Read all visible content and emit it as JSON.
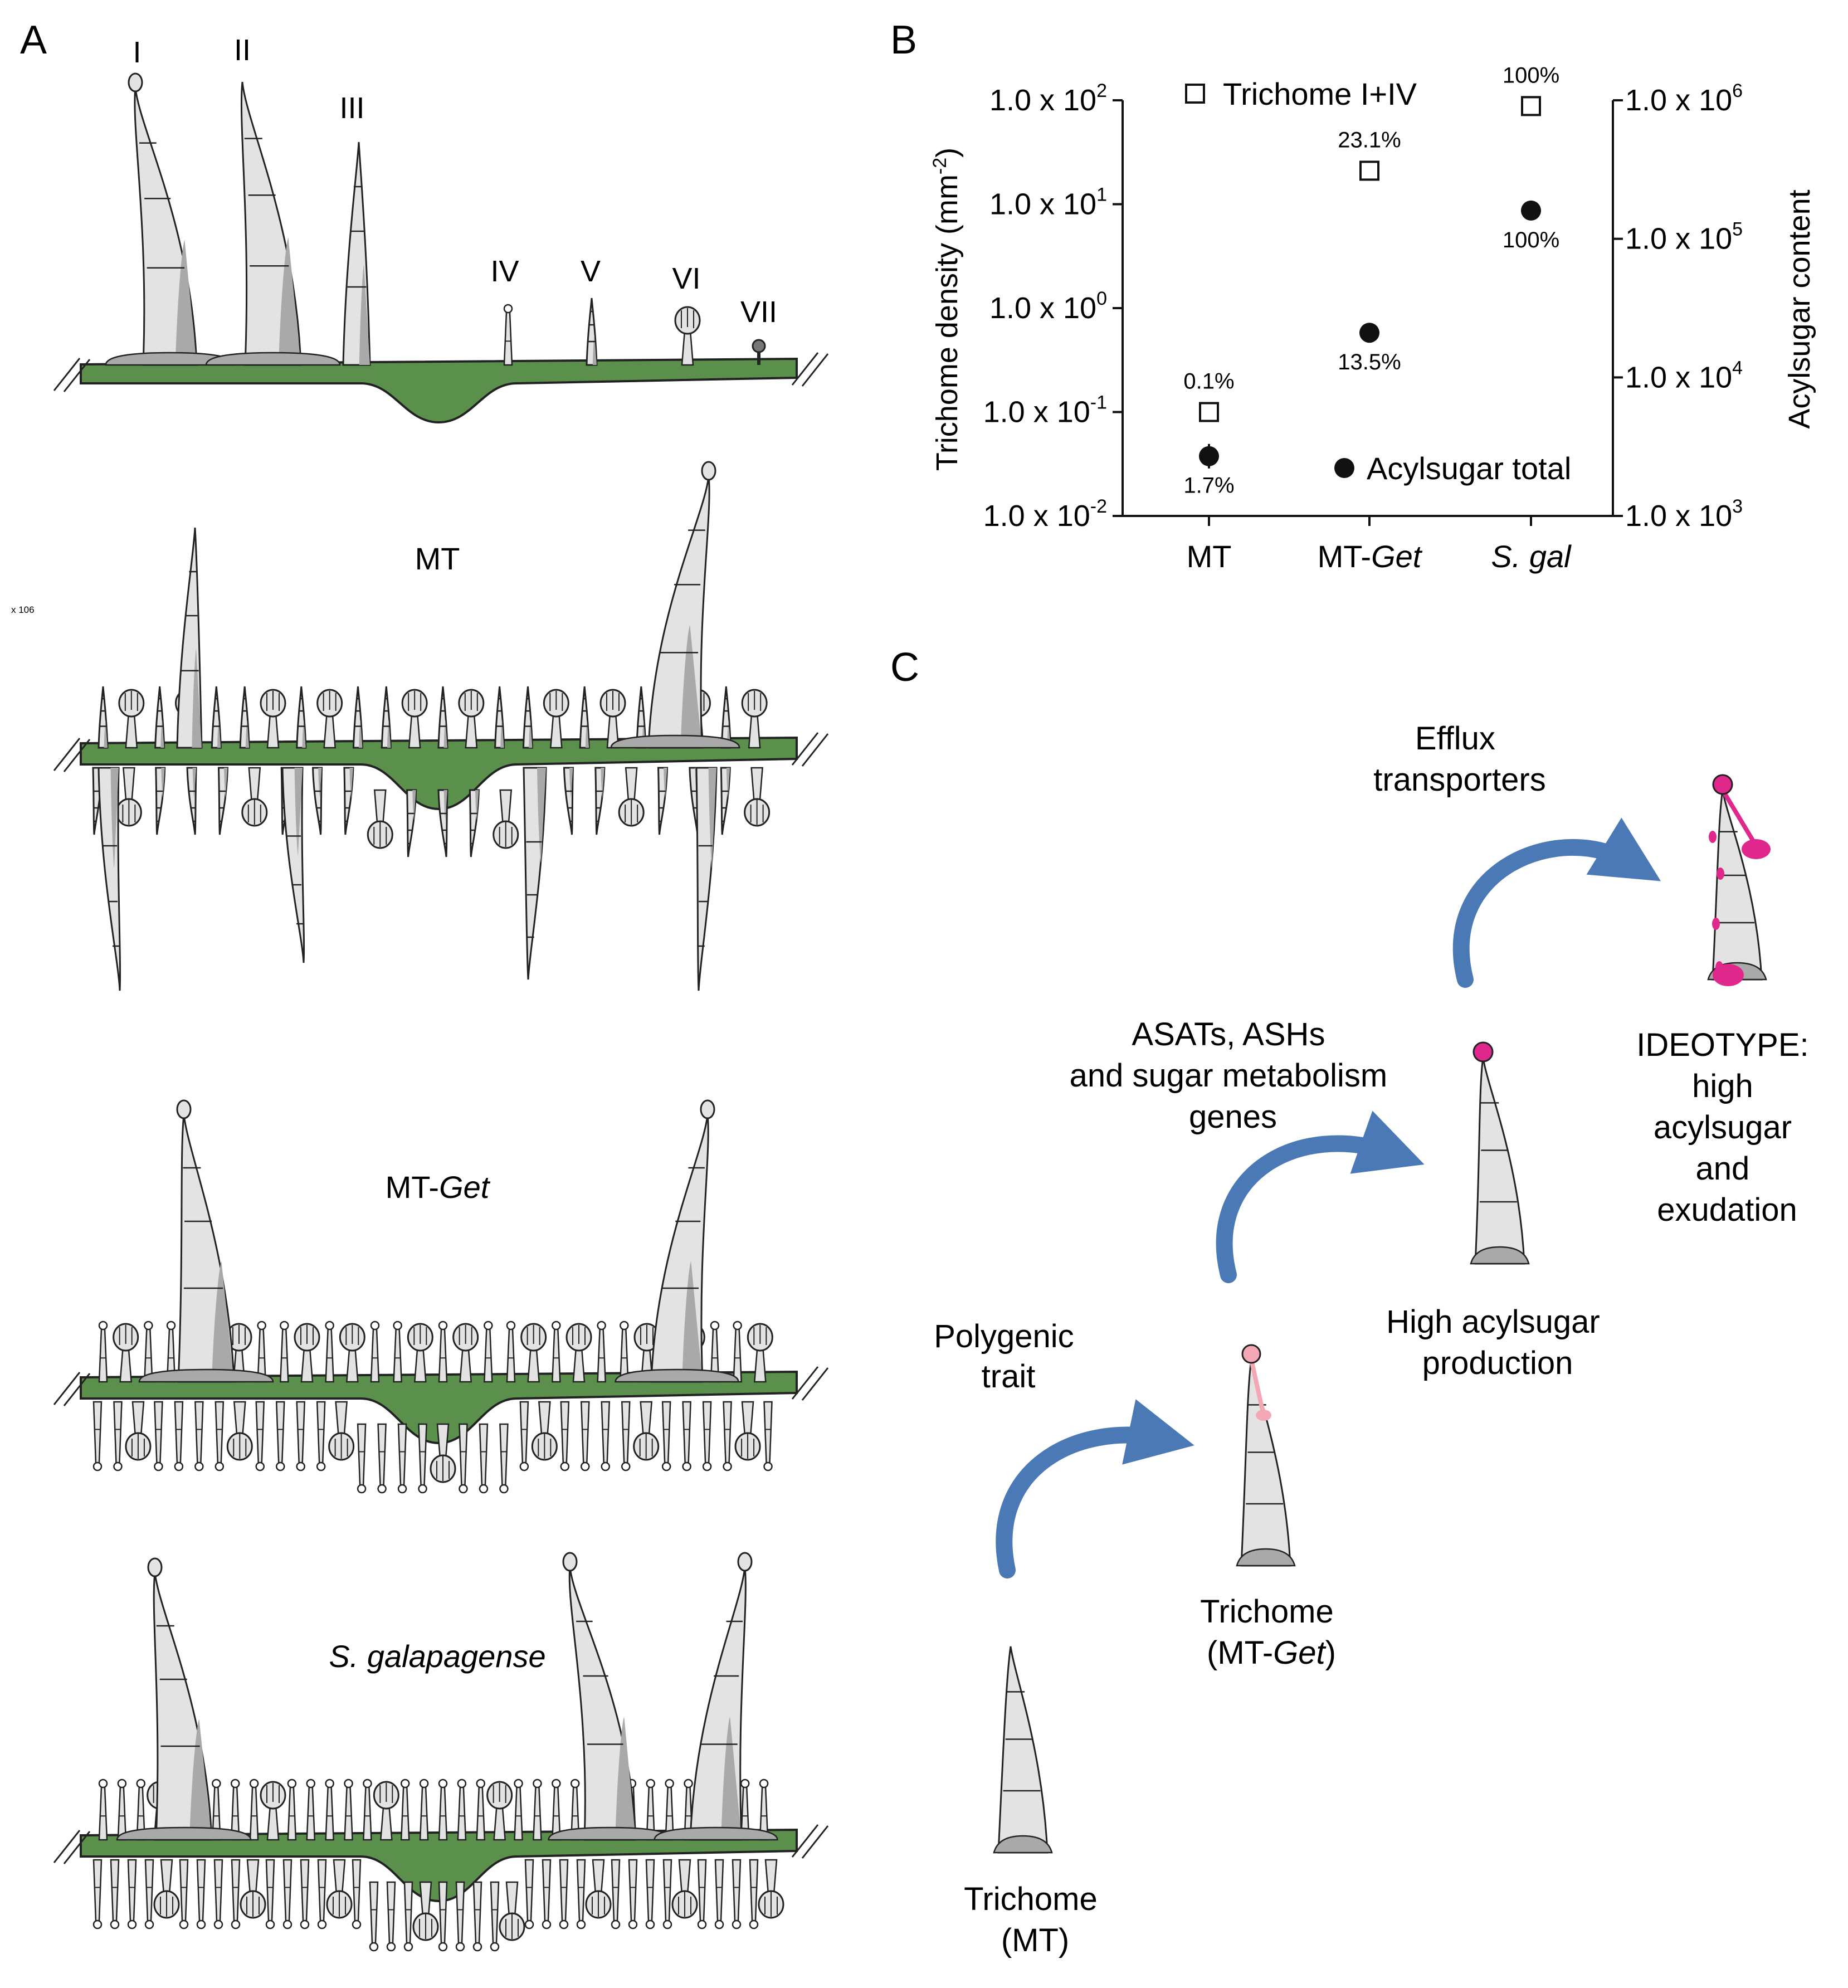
{
  "panels": {
    "a": "A",
    "b": "B",
    "c": "C"
  },
  "panel_a": {
    "trichome_types": [
      "I",
      "II",
      "III",
      "IV",
      "V",
      "VI",
      "VII"
    ],
    "genotypes": [
      {
        "plain": "MT",
        "italic": ""
      },
      {
        "plain": "MT-",
        "italic": "Get"
      },
      {
        "plain": "",
        "italic": "S. galapagense"
      }
    ],
    "scale_note": "x 106"
  },
  "chart_data": {
    "type": "scatter",
    "categories": [
      {
        "plain": "MT",
        "italic": ""
      },
      {
        "plain": "MT-",
        "italic": "Get"
      },
      {
        "plain": "",
        "italic": "S. gal"
      }
    ],
    "ylabel_left_text": "Trichome density (mm",
    "ylabel_left_sup": "-2",
    "ylabel_left_close": ")",
    "ylabel_right": "Acylsugar content",
    "left_axis": {
      "scale": "log",
      "range": [
        0.01,
        100
      ],
      "ticks": [
        {
          "mant": "1.0 x 10",
          "exp": "2",
          "value": 100
        },
        {
          "mant": "1.0 x 10",
          "exp": "1",
          "value": 10
        },
        {
          "mant": "1.0 x 10",
          "exp": "0",
          "value": 1
        },
        {
          "mant": "1.0 x 10",
          "exp": "-1",
          "value": 0.1
        },
        {
          "mant": "1.0 x 10",
          "exp": "-2",
          "value": 0.01
        }
      ]
    },
    "right_axis": {
      "scale": "log",
      "range": [
        1000,
        1000000
      ],
      "ticks": [
        {
          "mant": "1.0 x 10",
          "exp": "6",
          "value": 1000000
        },
        {
          "mant": "1.0 x 10",
          "exp": "5",
          "value": 100000
        },
        {
          "mant": "1.0 x 10",
          "exp": "4",
          "value": 10000
        },
        {
          "mant": "1.0 x 10",
          "exp": "3",
          "value": 1000
        }
      ]
    },
    "series": [
      {
        "name": "Trichome I+IV",
        "marker": "open-square",
        "axis": "left",
        "values": [
          0.1,
          21,
          88
        ],
        "labels": [
          "0.1%",
          "23.1%",
          "100%"
        ]
      },
      {
        "name": "Acylsugar total",
        "marker": "filled-circle",
        "axis": "right",
        "values": [
          2700,
          21000,
          160000
        ],
        "labels": [
          "1.7%",
          "13.5%",
          "100%"
        ]
      }
    ],
    "legend": "inside"
  },
  "panel_c": {
    "stage_labels": [
      {
        "line1": "Trichome",
        "line2": "(MT)",
        "italic": ""
      },
      {
        "line1": "Trichome",
        "line2": "(MT-",
        "italic": "Get",
        "close": ")"
      },
      {
        "line1": "High acylsugar",
        "line2": "production"
      },
      {
        "lines": [
          "IDEOTYPE:",
          "high",
          "acylsugar",
          "and",
          "exudation"
        ]
      }
    ],
    "arrow_labels": [
      {
        "lines": [
          "Polygenic",
          "trait"
        ]
      },
      {
        "lines": [
          "ASATs, ASHs",
          "and sugar metabolism",
          "genes"
        ]
      },
      {
        "lines": [
          "Efflux",
          "transporters"
        ]
      }
    ],
    "colors": {
      "arrow": "#4a79b5",
      "acylsugar": "#e0288c",
      "acylsugar_light": "#f4a8b6"
    }
  },
  "colors": {
    "leaf": "#5a8f4c",
    "trichome_fill": "#e3e3e3",
    "trichome_dark": "#a9a9a9",
    "outline": "#222222"
  }
}
